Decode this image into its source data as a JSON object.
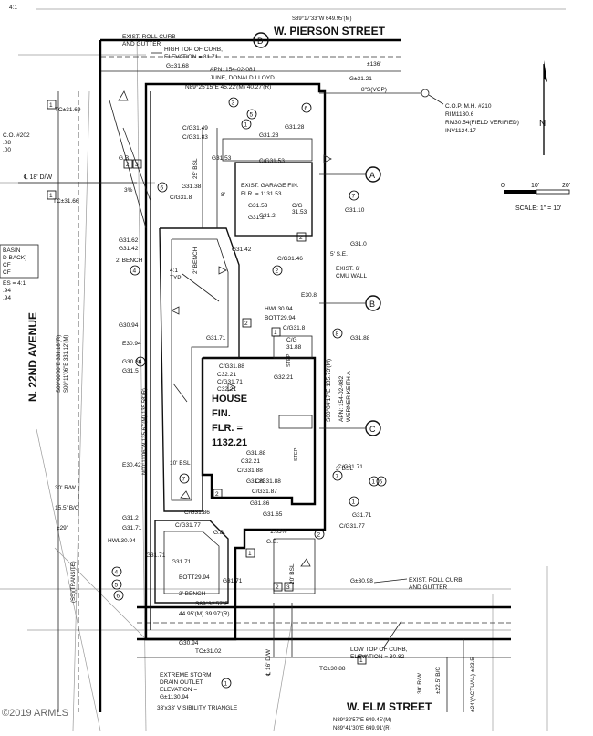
{
  "streets": {
    "north": "W. PIERSON STREET",
    "south": "W. ELM STREET",
    "west": "N. 22ND AVENUE"
  },
  "north_bearings": [
    "S89°17'33\"W 649.95'(M)"
  ],
  "south_bearings": [
    "N89°32'57\"E 649.45'(M)",
    "N89°41'30\"E 649.91'(R)"
  ],
  "house": {
    "line1": "HOUSE",
    "line2": "FIN.",
    "line3": "FLR. =",
    "line4": "1132.21"
  },
  "garage": {
    "line1": "EXIST. GARAGE FIN.",
    "line2": "FLR. = 1131.53"
  },
  "apn_north": {
    "line1": "APN: 154-02-081",
    "line2": "JUNE, DONALD LLOYD",
    "line3": "N89°25'15\"E 45.22'(M) 40.27'(R)"
  },
  "apn_east": {
    "line1": "APN: 154-02-082",
    "line2": "WERNER KEITH A"
  },
  "scale": {
    "label": "SCALE:  1\" = 10'",
    "t0": "0",
    "t1": "10'",
    "t2": "20'"
  },
  "north_letter": "N",
  "sections": [
    "D",
    "A",
    "B",
    "C"
  ],
  "manhole": {
    "line1": "C.O.P. M.H. #210",
    "line2": "RIM1130.6",
    "line3": "RM30.54(FIELD VERIFIED)",
    "line4": "INV1124.17"
  },
  "sewer": "8\"S(VCP)",
  "grade_north": "G±31.21",
  "dim_136": "±136'",
  "notes": {
    "exist_curb_top": {
      "line1": "EXIST. ROLL CURB",
      "line2": "AND GUTTER"
    },
    "high_curb": {
      "line1": "HIGH TOP OF CURB,",
      "line2": "ELEVATION = 31.71"
    },
    "exist_curb_bottom": {
      "line1": "EXIST. ROLL CURB",
      "line2": "AND GUTTER"
    },
    "low_curb": {
      "line1": "LOW TOP OF CURB,",
      "line2": "ELEVATION = 30.82"
    },
    "storm_outlet": {
      "line1": "EXTREME STORM",
      "line2": "DRAIN OUTLET",
      "line3": "ELEVATION =",
      "line4": "G±1130.94"
    },
    "visibility": "33'x33' VISIBILITY TRIANGLE",
    "cmu_wall": {
      "line1": "EXIST. 6'",
      "line2": "CMU WALL"
    },
    "se": "5' S.E.",
    "basin": {
      "line1": "BASIN",
      "line2": "D BACK)",
      "line3": "CF",
      "line4": "CF",
      "line5": "ES = 4:1",
      "line6": ".94",
      "line7": ".94"
    },
    "co": {
      "line1": "C.O. #202",
      "line2": ".08",
      "line3": ".00"
    }
  },
  "west_labels": {
    "dw18": "℄ 18' D/W",
    "rw30": "30' R/W",
    "bc": "15.5' B/C",
    "e29": "±29'",
    "bearing1": "S00°00'00\"E 331.18'(R)",
    "bearing2": "S00°11'06\"E 331.12'(M)",
    "transit": "(SS)(TRANSITE)"
  },
  "east_labels": {
    "bearing": "S00°04'17\"E 135.73'(M)",
    "actual": "±24'(ACTUAL) ±23.5'",
    "rw30": "30' R/W",
    "bc": "±22.5' B/C"
  },
  "center_labels": {
    "bearing": "N00°11'06\"W 135.67'(M) 135.58'(R)",
    "bench1": "2' BENCH",
    "bench2": "2' BENCH",
    "bench3": "2' BENCH",
    "bsl25": "25' BSL",
    "bsl20": "20' BSL",
    "bsl10": "10' BSL",
    "bsl3": "3' BSL",
    "slope": "4:1",
    "typ": "TYP",
    "dw16": "℄ 16' D/W",
    "dim8": "8'",
    "stp1": "STEP",
    "stp2": "STEP",
    "slope1": "1.85%",
    "grade_slope": "3%"
  },
  "elevations": [
    "G±31.68",
    "TC±31.69",
    "TC±31.66",
    "C/G31.49",
    "C/G31.83",
    "G31.53",
    "G31.28",
    "C/G31.53",
    "G31.2",
    "G31.28",
    "G31.38",
    "C/G31.8",
    "G31.53",
    "C/G",
    "31.53",
    "G31.2",
    "G31.62",
    "G31.42",
    "G31.42",
    "C/G31.46",
    "G31.10",
    "G31.0",
    "E30.8",
    "G30.94",
    "HWL30.94",
    "BOTT29.94",
    "C/G31.8",
    "C/G",
    "31.88",
    "G31.88",
    "E30.94",
    "G30.84",
    "G31.5",
    "G31.71",
    "C/G31.88",
    "C32.21",
    "G32.21",
    "C/G31.71",
    "C32.21",
    "E30.42",
    "G31.88",
    "C32.21",
    "C/G31.88",
    "C/G31.88",
    "C/G31.87",
    "G31.86",
    "G31.88",
    "C/G31.86",
    "C/G31.77",
    "C/G31.71",
    "G31.65",
    "G31.71",
    "C/G31.77",
    "G31.2",
    "G31.71",
    "HWL30.94",
    "G31.71",
    "BOTT29.94",
    "G±30.98",
    "S89°32'57\"E",
    "44.95'(M) 39.97'(R)",
    "G30.94",
    "TC±31.02",
    "TC±30.88",
    "G.B.",
    "G.B.",
    "G.B.",
    "G31.71",
    "G31.71",
    "4:1"
  ],
  "watermark": "©2019 ARMLS"
}
